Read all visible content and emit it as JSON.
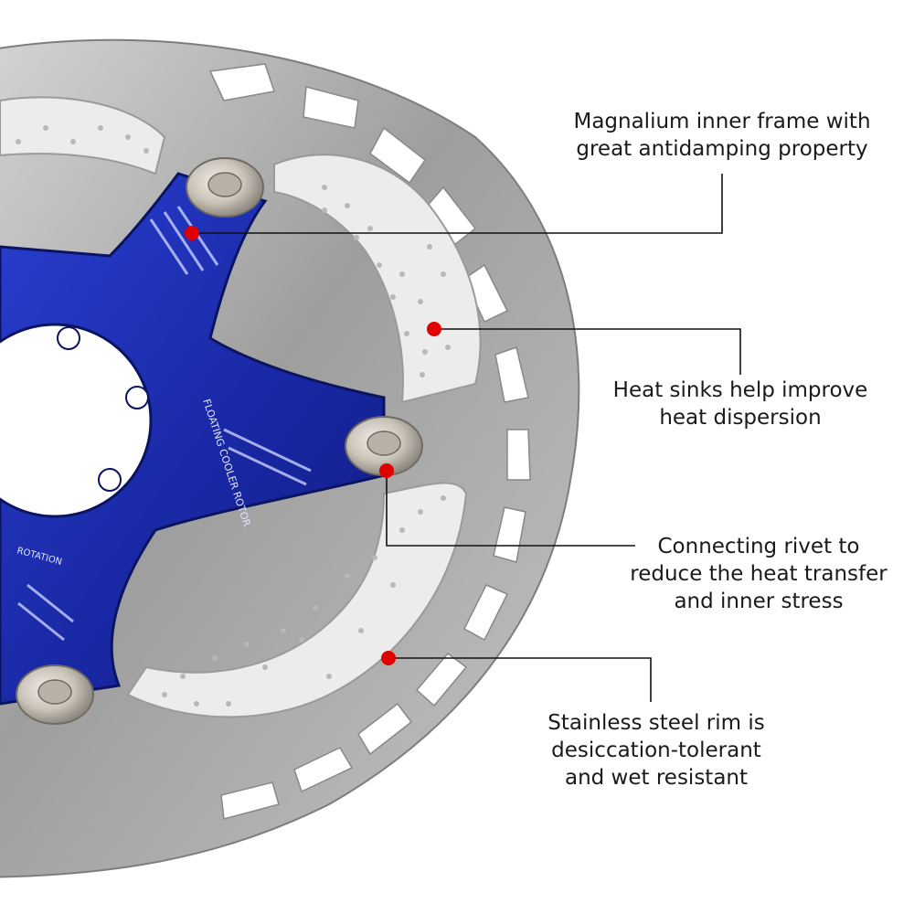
{
  "product": {
    "inner_frame_text": {
      "line1": "FLOATING COOLER ROTOR",
      "line2": "ROTATION"
    },
    "colors": {
      "spider_blue": "#1c2fb5",
      "rim_steel": "#a9a9a9",
      "heat_sink": "#ececec",
      "marker_red": "#e00000"
    }
  },
  "callouts": [
    {
      "lines": [
        "Magnalium inner frame with",
        "great antidamping property"
      ]
    },
    {
      "lines": [
        "Heat sinks help improve",
        "heat dispersion"
      ]
    },
    {
      "lines": [
        "Connecting rivet to",
        "reduce the heat transfer",
        "and inner stress"
      ]
    },
    {
      "lines": [
        "Stainless steel rim is",
        "desiccation-tolerant",
        "and wet resistant"
      ]
    }
  ]
}
